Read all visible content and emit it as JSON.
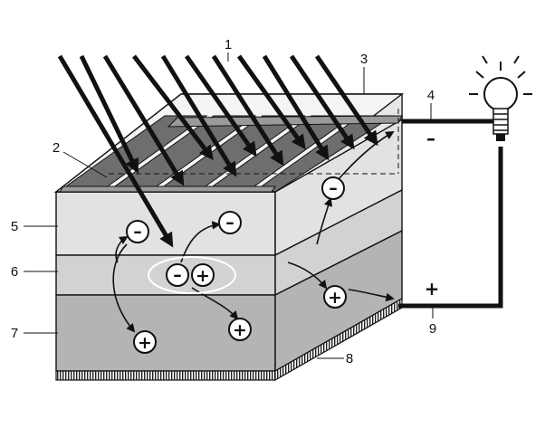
{
  "labels": {
    "l1": "1",
    "l2": "2",
    "l3": "3",
    "l4": "4",
    "l5": "5",
    "l6": "6",
    "l7": "7",
    "l8": "8",
    "l9": "9"
  },
  "terminals": {
    "negative": "–",
    "positive": "+"
  },
  "carriers": {
    "electron": "–",
    "hole": "+"
  },
  "colors": {
    "top_layer": "#e2e2e2",
    "middle_layer": "#d2d2d2",
    "bottom_layer": "#b4b4b4",
    "contact_strip": "#6e6e6e",
    "ink": "#111111"
  }
}
